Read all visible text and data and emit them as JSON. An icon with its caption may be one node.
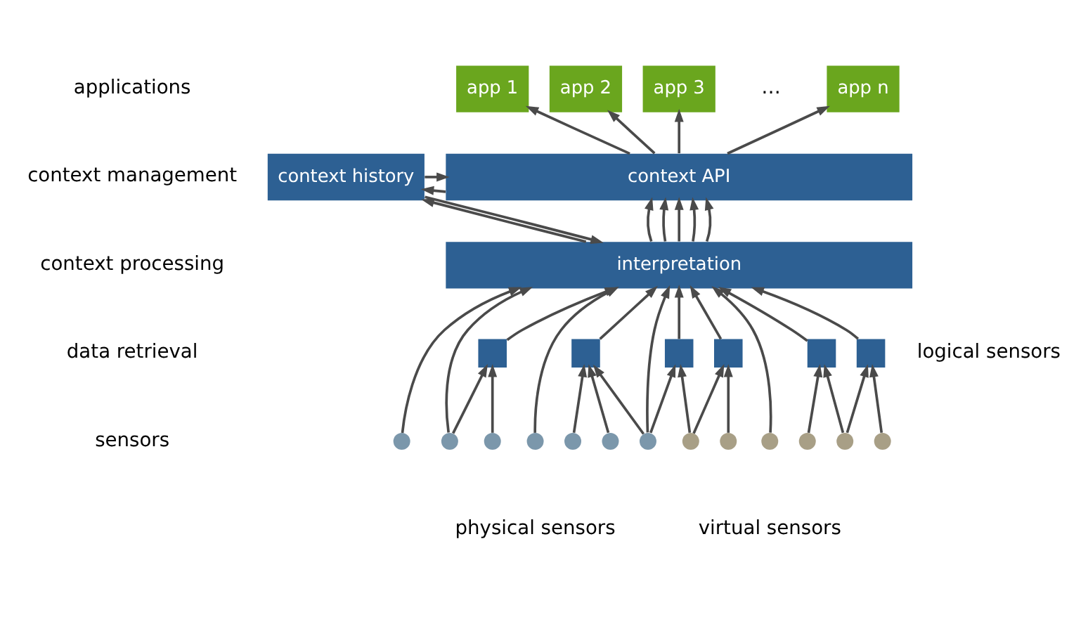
{
  "diagram": {
    "nodes": [
      {
        "text": [
          "app 1"
        ]
      },
      {
        "text": [
          "app 2"
        ]
      },
      {
        "text": [
          "app 3"
        ]
      },
      {
        "text": [
          "app n"
        ]
      },
      {
        "text": [
          "context history"
        ]
      },
      {
        "text": [
          "context API"
        ]
      },
      {
        "text": [
          "interpretation"
        ]
      },
      {
        "text": [],
        "shape": "box"
      },
      {
        "text": [],
        "shape": "box"
      },
      {
        "text": [],
        "shape": "box"
      },
      {
        "text": [],
        "shape": "box"
      },
      {
        "text": [],
        "shape": "box"
      },
      {
        "text": [],
        "shape": "box"
      },
      {
        "text": [],
        "shape": "circle"
      },
      {
        "text": [],
        "shape": "circle"
      },
      {
        "text": [],
        "shape": "circle"
      },
      {
        "text": [],
        "shape": "circle"
      },
      {
        "text": [],
        "shape": "circle"
      },
      {
        "text": [],
        "shape": "circle"
      },
      {
        "text": [],
        "shape": "circle"
      },
      {
        "text": [],
        "shape": "circle"
      },
      {
        "text": [],
        "shape": "circle"
      },
      {
        "text": [],
        "shape": "circle"
      },
      {
        "text": [],
        "shape": "circle"
      },
      {
        "text": [],
        "shape": "circle"
      },
      {
        "text": [],
        "shape": "circle"
      }
    ],
    "edges": [
      {
        "from": 5,
        "to": 0,
        "arrow": "to"
      },
      {
        "from": 5,
        "to": 1,
        "arrow": "to"
      },
      {
        "from": 5,
        "to": 2,
        "arrow": "to"
      },
      {
        "from": 5,
        "to": 3,
        "arrow": "to"
      },
      {
        "from": 4,
        "to": 5,
        "arrow": "to"
      },
      {
        "from": 5,
        "to": 4,
        "arrow": "to"
      },
      {
        "from": 6,
        "to": 4,
        "arrow": "to"
      },
      {
        "from": 4,
        "to": 6,
        "arrow": "to"
      },
      {
        "from": 6,
        "to": 5,
        "arrow": "to"
      },
      {
        "from": 6,
        "to": 5,
        "arrow": "to"
      },
      {
        "from": 6,
        "to": 5,
        "arrow": "to"
      },
      {
        "from": 6,
        "to": 5,
        "arrow": "to"
      },
      {
        "from": 6,
        "to": 5,
        "arrow": "to"
      },
      {
        "from": 13,
        "to": 6,
        "arrow": "to"
      },
      {
        "from": 14,
        "to": 6,
        "arrow": "to"
      },
      {
        "from": 7,
        "to": 6,
        "arrow": "to"
      },
      {
        "from": 16,
        "to": 6,
        "arrow": "to"
      },
      {
        "from": 8,
        "to": 6,
        "arrow": "to"
      },
      {
        "from": 19,
        "to": 6,
        "arrow": "to"
      },
      {
        "from": 9,
        "to": 6,
        "arrow": "to"
      },
      {
        "from": 10,
        "to": 6,
        "arrow": "to"
      },
      {
        "from": 22,
        "to": 6,
        "arrow": "to"
      },
      {
        "from": 11,
        "to": 6,
        "arrow": "to"
      },
      {
        "from": 12,
        "to": 6,
        "arrow": "to"
      },
      {
        "from": 14,
        "to": 7,
        "arrow": "to"
      },
      {
        "from": 15,
        "to": 7,
        "arrow": "to"
      },
      {
        "from": 17,
        "to": 8,
        "arrow": "to"
      },
      {
        "from": 18,
        "to": 8,
        "arrow": "to"
      },
      {
        "from": 19,
        "to": 8,
        "arrow": "to"
      },
      {
        "from": 19,
        "to": 9,
        "arrow": "to"
      },
      {
        "from": 20,
        "to": 9,
        "arrow": "to"
      },
      {
        "from": 20,
        "to": 10,
        "arrow": "to"
      },
      {
        "from": 21,
        "to": 10,
        "arrow": "to"
      },
      {
        "from": 23,
        "to": 11,
        "arrow": "to"
      },
      {
        "from": 24,
        "to": 11,
        "arrow": "to"
      },
      {
        "from": 24,
        "to": 12,
        "arrow": "to"
      },
      {
        "from": 25,
        "to": 12,
        "arrow": "to"
      }
    ],
    "labels": [
      "applications",
      "…",
      "context management",
      "context processing",
      "logical sensors",
      "data retrieval",
      "sensors",
      "physical sensors",
      "virtual sensors"
    ]
  }
}
